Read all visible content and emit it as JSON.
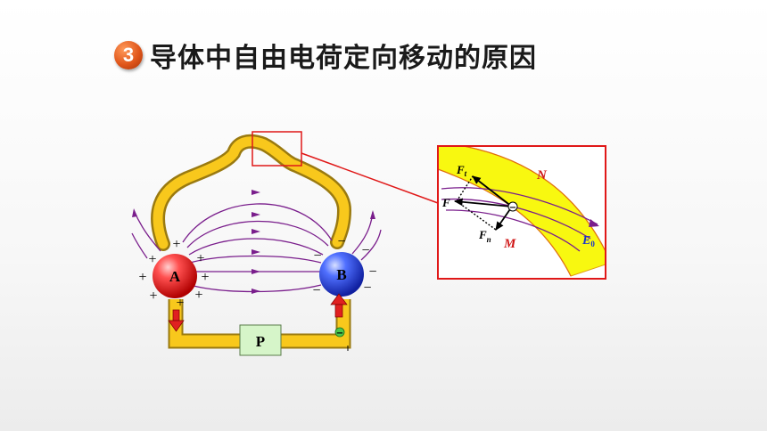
{
  "title": {
    "number": "3",
    "text": "导体中自由电荷定向移动的原因"
  },
  "circuit": {
    "sphere_a_label": "A",
    "sphere_b_label": "B",
    "source_label": "P",
    "plus_sign": "+",
    "minus_sign": "−",
    "electron_sign": "−"
  },
  "zoom_panel": {
    "label_n": "N",
    "label_m": "M",
    "label_f": "F",
    "label_ft": "F",
    "label_ft_sub": "t",
    "label_fn": "F",
    "label_fn_sub": "n",
    "label_e": "E",
    "label_e_sub": "0",
    "electron_sign": "−"
  },
  "colors": {
    "conductor": "#f8c81c",
    "conductor_edge": "#9a7a10",
    "field_line": "#7a1e8c",
    "sphere_a": "#e02020",
    "sphere_b": "#2040e0",
    "highlight_box": "#e01818",
    "label_red": "#d01818",
    "label_blue": "#1a33cc"
  }
}
